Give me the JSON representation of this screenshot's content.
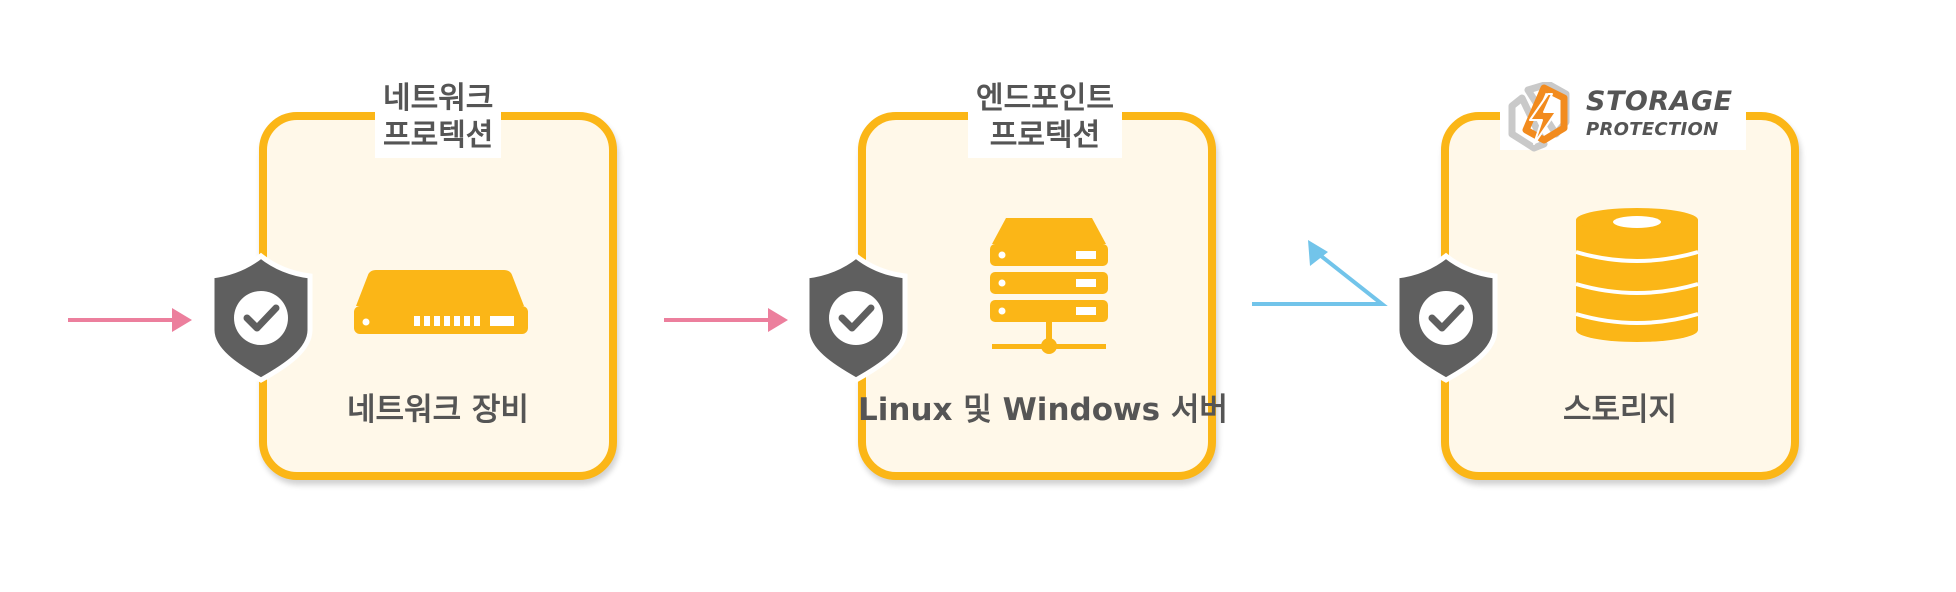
{
  "panels": [
    {
      "title_lines": [
        "네트워크",
        "프로텍션"
      ],
      "caption": "네트워크 장비",
      "icon": "network-appliance-icon"
    },
    {
      "title_lines": [
        "엔드포인트",
        "프로텍션"
      ],
      "caption": "Linux 및 Windows 서버",
      "icon": "server-rack-icon"
    },
    {
      "title_lines": [
        "STORAGE",
        "PROTECTION"
      ],
      "caption": "스토리지",
      "icon": "database-icon",
      "logo": "storage-protection-lightning-logo"
    }
  ],
  "colors": {
    "box_border": "#fbb617",
    "box_fill": "#fff8e9",
    "icon_yellow": "#fbb617",
    "shield": "#5f5f5f",
    "arrow_pink": "#ec7f9d",
    "arrow_blue": "#72c4ea",
    "logo_orange": "#f28b1e",
    "text": "#555555"
  },
  "arrows": [
    {
      "color": "arrow_pink",
      "direction": "right"
    },
    {
      "color": "arrow_pink",
      "direction": "right"
    },
    {
      "color": "arrow_blue",
      "direction": "up-left"
    }
  ]
}
